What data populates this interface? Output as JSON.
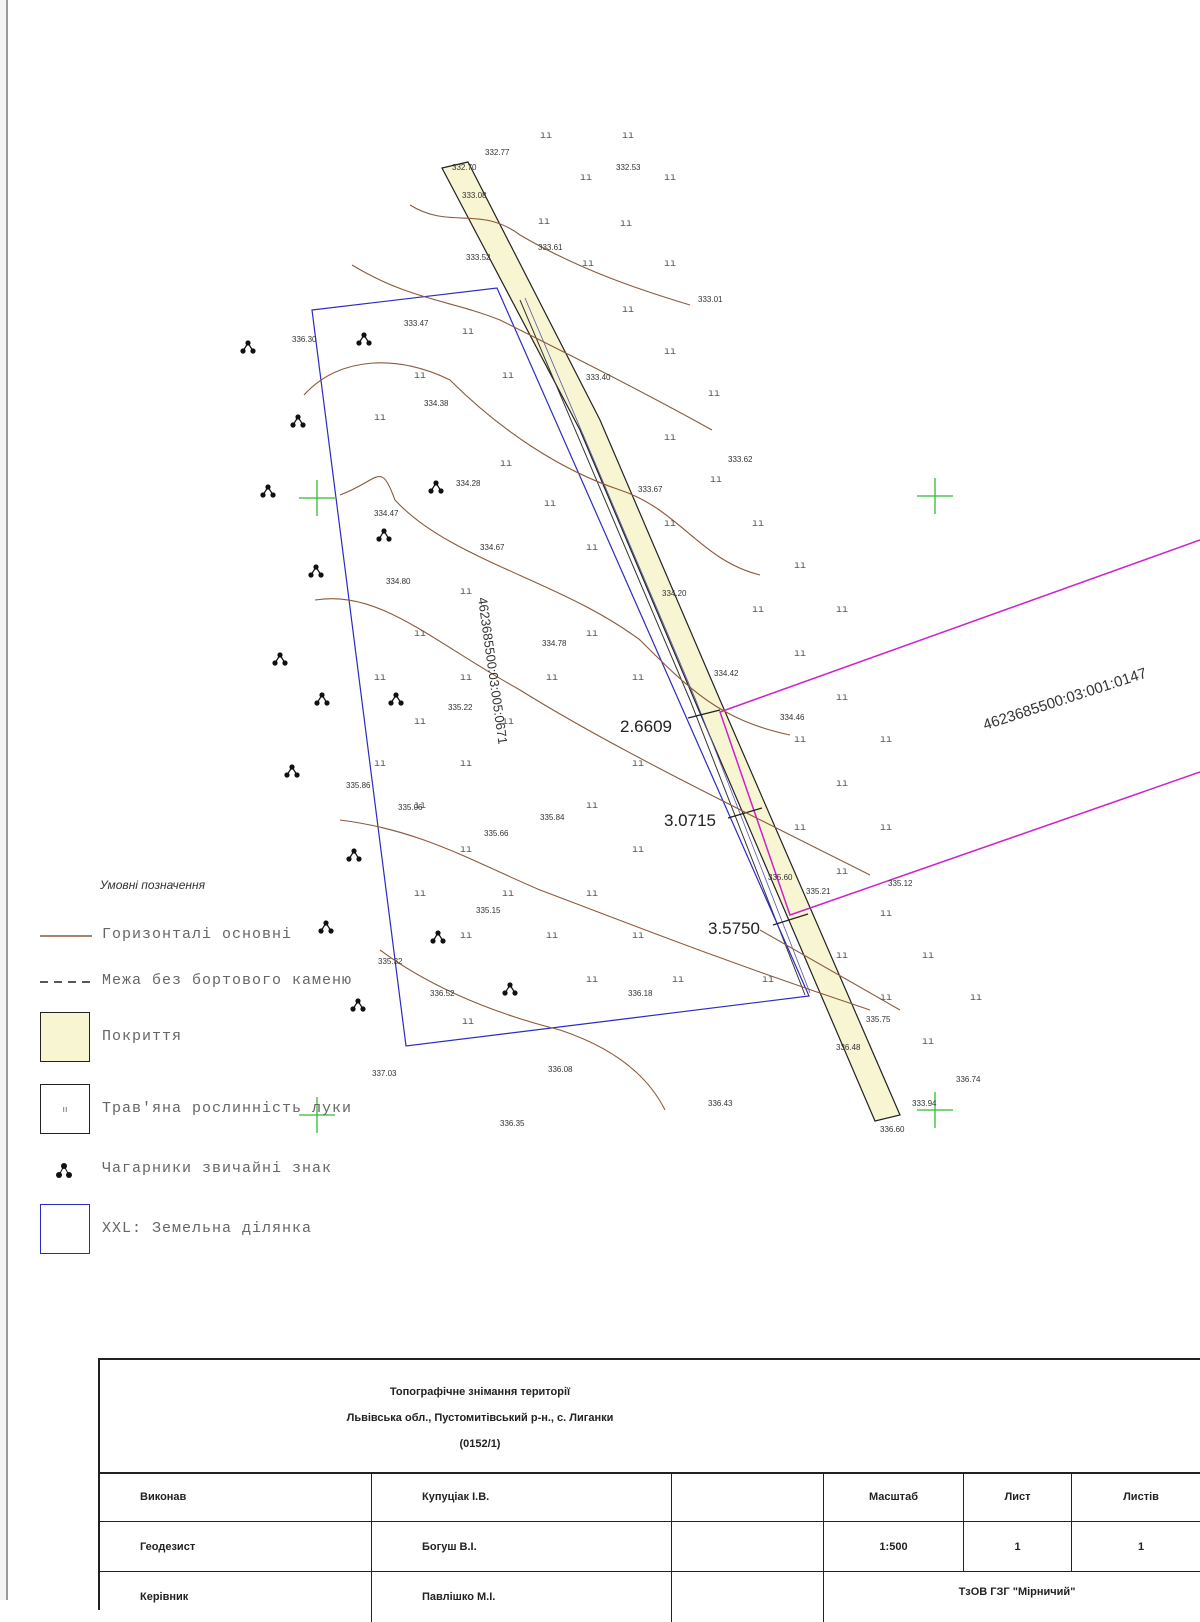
{
  "map": {
    "parcel_id_main": "4623685500:03:001:0147",
    "parcel_id_rotated": "4623685500:03:005:0671",
    "distances": [
      "2.6609",
      "3.0715",
      "3.5750"
    ],
    "elevations": {
      "e1": "332.77",
      "e2": "332.53",
      "e3": "332.70",
      "e4": "333.08",
      "e5": "333.52",
      "e6": "333.61",
      "e7": "333.47",
      "e8": "333.40",
      "e9": "333.01",
      "e10": "333.62",
      "e11": "333.67",
      "e12": "334.38",
      "e13": "334.28",
      "e14": "334.47",
      "e15": "334.67",
      "e16": "334.80",
      "e17": "334.78",
      "e18": "334.20",
      "e19": "334.42",
      "e20": "334.46",
      "e21": "335.22",
      "e22": "335.06",
      "e23": "335.86",
      "e24": "335.66",
      "e25": "335.60",
      "e26": "335.21",
      "e27": "335.15",
      "e28": "335.12",
      "e29": "336.52",
      "e30": "336.18",
      "e31": "335.75",
      "e32": "336.48",
      "e33": "337.03",
      "e34": "336.08",
      "e35": "336.35",
      "e36": "336.43",
      "e37": "336.74",
      "e38": "336.60",
      "e39": "336.30",
      "e40": "335.84",
      "e41": "335.32",
      "e42": "333.94"
    }
  },
  "legend": {
    "title": "Умовні позначення",
    "items": [
      {
        "label": "Горизонталі основні"
      },
      {
        "label": "Межа без бортового каменю"
      },
      {
        "label": "Покриття"
      },
      {
        "label": "Трав'яна рослинність луки"
      },
      {
        "label": "Чагарники звичайні знак"
      },
      {
        "label": "XXL: Земельна ділянка"
      }
    ]
  },
  "title_block": {
    "line1": "Топографічне знімання території",
    "line2": "Львівська обл., Пустомитівський р-н., с. Лиганки",
    "line3": "(0152/1)",
    "rows": [
      {
        "role": "Виконав",
        "name": "Купуціак І.В."
      },
      {
        "role": "Геодезист",
        "name": "Богуш В.І."
      },
      {
        "role": "Керівник",
        "name": "Павлішко М.І."
      }
    ],
    "scale_label": "Масштаб",
    "sheet_label": "Лист",
    "sheets_label": "Листів",
    "scale_value": "1:500",
    "sheet_value": "1",
    "sheets_value": "1",
    "company": "ТзОВ ГЗГ \"Мірничий\""
  },
  "colors": {
    "contour": "#8b5a3c",
    "road_fill": "#f8f5d2",
    "parcel_blue": "#2b2bc4",
    "parcel_magenta": "#cc22cc",
    "grid_cross": "#33bb33"
  }
}
